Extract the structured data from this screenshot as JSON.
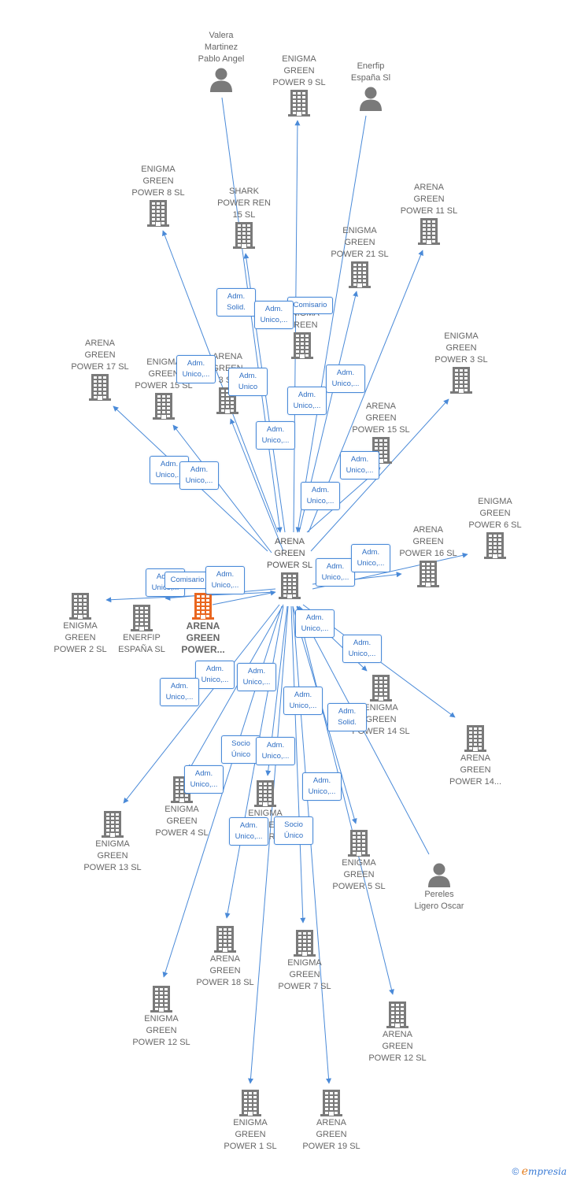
{
  "colors": {
    "edge": "#4a8ad8",
    "icon": "#7a7a7a",
    "highlight": "#e9661f",
    "label": "#666666"
  },
  "nodes": [
    {
      "id": "valera",
      "label": "Valera\nMartinez\nPablo Angel",
      "icon": "person-icon",
      "label_pos": "above"
    },
    {
      "id": "eg9",
      "label": "ENIGMA\nGREEN\nPOWER 9  SL",
      "icon": "building-icon",
      "label_pos": "above"
    },
    {
      "id": "enerfip_sl_person",
      "label": "Enerfip\nEspaña Sl",
      "icon": "person-icon",
      "label_pos": "above"
    },
    {
      "id": "eg8",
      "label": "ENIGMA\nGREEN\nPOWER 8  SL",
      "icon": "building-icon",
      "label_pos": "above"
    },
    {
      "id": "shark15",
      "label": "SHARK\nPOWER REN\n15  SL",
      "icon": "building-icon",
      "label_pos": "above"
    },
    {
      "id": "ag11",
      "label": "ARENA\nGREEN\nPOWER 11  SL",
      "icon": "building-icon",
      "label_pos": "above"
    },
    {
      "id": "eg21",
      "label": "ENIGMA\nGREEN\nPOWER 21  SL",
      "icon": "building-icon",
      "label_pos": "above"
    },
    {
      "id": "eg_hidden",
      "label": "ENIGMA\nGREEN",
      "icon": "building-icon",
      "label_pos": "above"
    },
    {
      "id": "ag17",
      "label": "ARENA\nGREEN\nPOWER 17  SL",
      "icon": "building-icon",
      "label_pos": "above"
    },
    {
      "id": "eg15",
      "label": "ENIGMA\nGREEN\nPOWER 15  SL",
      "icon": "building-icon",
      "label_pos": "above"
    },
    {
      "id": "ag_hidden3",
      "label": "ARENA\nGREEN\n3  SL",
      "icon": "building-icon",
      "label_pos": "above"
    },
    {
      "id": "eg3",
      "label": "ENIGMA\nGREEN\nPOWER 3  SL",
      "icon": "building-icon",
      "label_pos": "above"
    },
    {
      "id": "ag15",
      "label": "ARENA\nGREEN\nPOWER 15  SL",
      "icon": "building-icon",
      "label_pos": "above"
    },
    {
      "id": "eg6",
      "label": "ENIGMA\nGREEN\nPOWER 6  SL",
      "icon": "building-icon",
      "label_pos": "above"
    },
    {
      "id": "central",
      "label": "ARENA\nGREEN\nPOWER  SL",
      "icon": "building-icon",
      "label_pos": "above"
    },
    {
      "id": "ag16",
      "label": "ARENA\nGREEN\nPOWER 16  SL",
      "icon": "building-icon",
      "label_pos": "above"
    },
    {
      "id": "eg2",
      "label": "ENIGMA\nGREEN\nPOWER 2  SL",
      "icon": "building-icon",
      "label_pos": "below"
    },
    {
      "id": "enerfip_sl",
      "label": "ENERFIP\nESPAÑA  SL",
      "icon": "building-icon",
      "label_pos": "below"
    },
    {
      "id": "ag_main",
      "label": "ARENA\nGREEN\nPOWER...",
      "icon": "building-icon",
      "label_pos": "below",
      "highlight": true
    },
    {
      "id": "eg14",
      "label": "ENIGMA\nGREEN\nPOWER 14  SL",
      "icon": "building-icon",
      "label_pos": "below"
    },
    {
      "id": "ag14",
      "label": "ARENA\nGREEN\nPOWER 14...",
      "icon": "building-icon",
      "label_pos": "below"
    },
    {
      "id": "eg4",
      "label": "ENIGMA\nGREEN\nPOWER 4  SL",
      "icon": "building-icon",
      "label_pos": "below"
    },
    {
      "id": "eg13",
      "label": "ENIGMA\nGREEN\nPOWER 13  SL",
      "icon": "building-icon",
      "label_pos": "below"
    },
    {
      "id": "eg_mid",
      "label": "ENIGMA\nGREEN\nPOWER  SL",
      "icon": "building-icon",
      "label_pos": "below"
    },
    {
      "id": "eg5",
      "label": "ENIGMA\nGREEN\nPOWER 5  SL",
      "icon": "building-icon",
      "label_pos": "below"
    },
    {
      "id": "pereles",
      "label": "Pereles\nLigero Oscar",
      "icon": "person-icon",
      "label_pos": "below"
    },
    {
      "id": "ag18",
      "label": "ARENA\nGREEN\nPOWER 18  SL",
      "icon": "building-icon",
      "label_pos": "below"
    },
    {
      "id": "eg7",
      "label": "ENIGMA\nGREEN\nPOWER 7  SL",
      "icon": "building-icon",
      "label_pos": "below"
    },
    {
      "id": "eg12",
      "label": "ENIGMA\nGREEN\nPOWER 12  SL",
      "icon": "building-icon",
      "label_pos": "below"
    },
    {
      "id": "ag12",
      "label": "ARENA\nGREEN\nPOWER 12  SL",
      "icon": "building-icon",
      "label_pos": "below"
    },
    {
      "id": "eg1",
      "label": "ENIGMA\nGREEN\nPOWER 1  SL",
      "icon": "building-icon",
      "label_pos": "below"
    },
    {
      "id": "ag19",
      "label": "ARENA\nGREEN\nPOWER 19  SL",
      "icon": "building-icon",
      "label_pos": "below"
    }
  ],
  "edges": [
    {
      "from": "valera",
      "to": "central",
      "label": "Adm.\nSolid."
    },
    {
      "from": "enerfip_sl_person",
      "to": "central",
      "label": "Comisario"
    },
    {
      "from": "pereles",
      "to": "central",
      "label": "Adm.\nSolid."
    },
    {
      "from": "central",
      "to": "eg9",
      "label": "Adm.\nUnico,..."
    },
    {
      "from": "central",
      "to": "eg8",
      "label": "Adm.\nUnico,..."
    },
    {
      "from": "central",
      "to": "shark15",
      "label": "Adm.\nUnico"
    },
    {
      "from": "central",
      "to": "ag11",
      "label": "Adm.\nUnico,..."
    },
    {
      "from": "central",
      "to": "eg21",
      "label": "Adm.\nUnico,..."
    },
    {
      "from": "central",
      "to": "ag17",
      "label": "Adm.\nUnico,..."
    },
    {
      "from": "central",
      "to": "eg15",
      "label": "Adm.\nUnico,..."
    },
    {
      "from": "central",
      "to": "ag_hidden3",
      "label": "Adm.\nUnico,..."
    },
    {
      "from": "central",
      "to": "eg3",
      "label": "Adm.\nUnico,..."
    },
    {
      "from": "central",
      "to": "ag15",
      "label": "Adm.\nUnico,..."
    },
    {
      "from": "central",
      "to": "eg6",
      "label": "Adm.\nUnico,..."
    },
    {
      "from": "central",
      "to": "ag16",
      "label": "Adm.\nUnico,..."
    },
    {
      "from": "central",
      "to": "eg2",
      "label": "Adm.\nUnico,..."
    },
    {
      "from": "ag_main",
      "to": "central",
      "label": "Comisario"
    },
    {
      "from": "central",
      "to": "enerfip_sl",
      "label": "Adm.\nUnico,..."
    },
    {
      "from": "central",
      "to": "eg14",
      "label": "Adm.\nUnico,..."
    },
    {
      "from": "central",
      "to": "ag14",
      "label": "Adm.\nUnico,..."
    },
    {
      "from": "central",
      "to": "eg4",
      "label": "Adm.\nUnico,..."
    },
    {
      "from": "central",
      "to": "eg13",
      "label": "Adm.\nUnico,..."
    },
    {
      "from": "central",
      "to": "eg_mid",
      "label": "Socio\nÚnico"
    },
    {
      "from": "central",
      "to": "eg5",
      "label": "Adm.\nUnico,..."
    },
    {
      "from": "central",
      "to": "ag18",
      "label": "Adm.\nUnico,..."
    },
    {
      "from": "central",
      "to": "eg7",
      "label": "Adm.\nUnico,..."
    },
    {
      "from": "central",
      "to": "eg12",
      "label": "Adm.\nUnico,..."
    },
    {
      "from": "central",
      "to": "ag12",
      "label": "Adm.\nUnico,..."
    },
    {
      "from": "central",
      "to": "eg1",
      "label": "Adm.\nUnico,..."
    },
    {
      "from": "central",
      "to": "ag19",
      "label": "Socio\nÚnico"
    }
  ],
  "brand": {
    "copyright": "©",
    "e": "e",
    "rest": "mpresia"
  }
}
